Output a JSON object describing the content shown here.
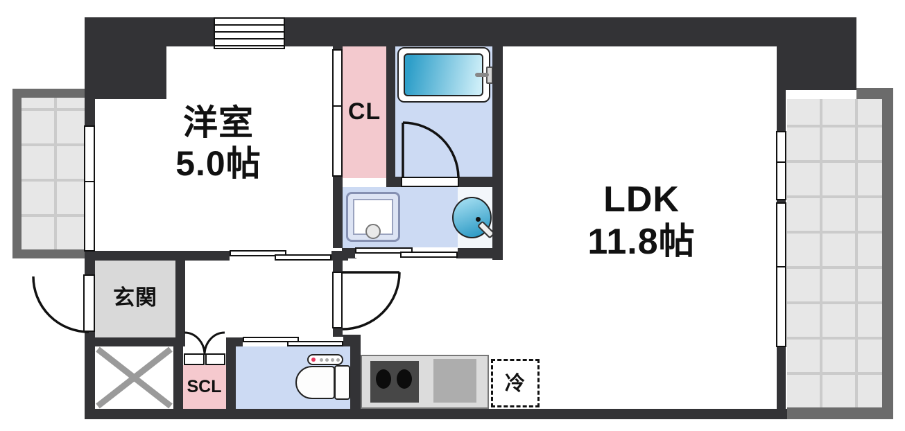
{
  "floorplan": {
    "type": "japanese-apartment-1LDK",
    "rooms": {
      "western_room": {
        "name": "洋室",
        "size": "5.0帖"
      },
      "ldk": {
        "name": "LDK",
        "size": "11.8帖"
      },
      "closet": {
        "label": "CL"
      },
      "shoe_closet": {
        "label": "SCL"
      },
      "entrance": {
        "label": "玄関"
      },
      "refrigerator_space": {
        "label": "冷"
      }
    },
    "fixtures": [
      "bathtub",
      "bathroom-door",
      "washing-machine-pan",
      "washbasin",
      "toilet",
      "kitchen-stove",
      "kitchen-sink",
      "entrance-door",
      "hall-door",
      "closet-sliding-door",
      "shoe-closet-double-door",
      "pipe-space-x",
      "balcony-left",
      "balcony-right",
      "windows"
    ],
    "colors": {
      "wall": "#333336",
      "room_blue": "#ccdaf3",
      "closet_pink": "#f3c9ce",
      "entrance_gray": "#d9d9d9",
      "balcony_border": "#6b6b6b",
      "balcony_floor": "#e7e7e7",
      "tub_water_dark": "#2f9fc9",
      "tub_water_light": "#cdeef8",
      "counter_gray": "#dcdcdc",
      "burner_box": "#474747",
      "toilet_led_red": "#e8365d"
    }
  }
}
